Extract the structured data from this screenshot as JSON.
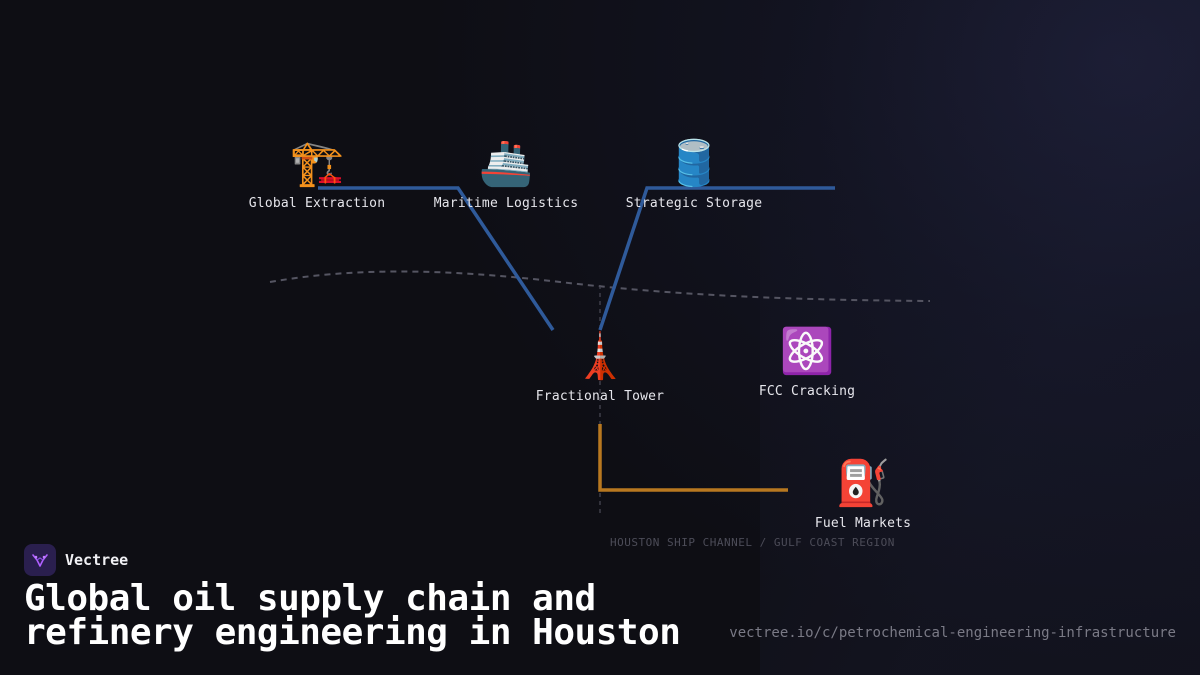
{
  "nodes": [
    {
      "icon": "construction-crane-icon",
      "emoji": "🏗️",
      "label": "Global Extraction"
    },
    {
      "icon": "ship-icon",
      "emoji": "🚢",
      "label": "Maritime Logistics"
    },
    {
      "icon": "oil-drum-icon",
      "emoji": "🛢️",
      "label": "Strategic Storage"
    },
    {
      "icon": "tower-icon",
      "emoji": "🗼",
      "label": "Fractional Tower"
    },
    {
      "icon": "atom-icon",
      "emoji": "⚛️",
      "label": "FCC Cracking"
    },
    {
      "icon": "fuel-pump-icon",
      "emoji": "⛽",
      "label": "Fuel Markets"
    }
  ],
  "region_label": "HOUSTON SHIP CHANNEL / GULF COAST REGION",
  "brand": {
    "name": "Vectree",
    "logo_icon": "vectree-logo-icon"
  },
  "title": "Global oil supply chain and refinery engineering in Houston",
  "url": "vectree.io/c/petrochemical-engineering-infrastructure",
  "colors": {
    "crude_line": "#2f5a9a",
    "product_line": "#b87820",
    "coastline": "#555562",
    "brand_bg": "#2a1f4e",
    "brand_accent": "#b060ff"
  }
}
